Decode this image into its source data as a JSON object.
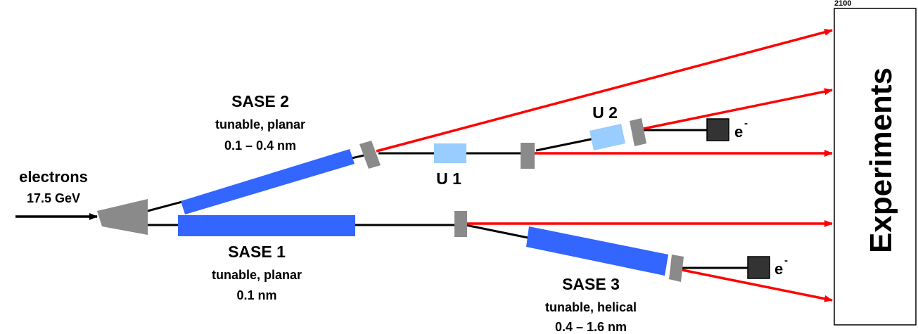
{
  "corner_label": "2100",
  "experiments_label": "Experiments",
  "input": {
    "label": "electrons",
    "energy": "17.5 GeV"
  },
  "sase2": {
    "name": "SASE 2",
    "mode": "tunable, planar",
    "range": "0.1 – 0.4 nm"
  },
  "sase1": {
    "name": "SASE 1",
    "mode": "tunable, planar",
    "range": "0.1 nm"
  },
  "sase3": {
    "name": "SASE 3",
    "mode": "tunable, helical",
    "range": "0.4 – 1.6 nm"
  },
  "undulators": {
    "u1": "U 1",
    "u2": "U 2"
  },
  "dumps": {
    "upper_main": "e",
    "upper_sup": "-",
    "lower_main": "e",
    "lower_sup": "-"
  },
  "colors": {
    "undulator": "#3366ff",
    "small_undulator": "#99ccff",
    "xray_beam": "#ff0000",
    "electron_line": "#000000",
    "steering_block": "#888888",
    "dump": "#333333",
    "box_border": "#000000"
  }
}
